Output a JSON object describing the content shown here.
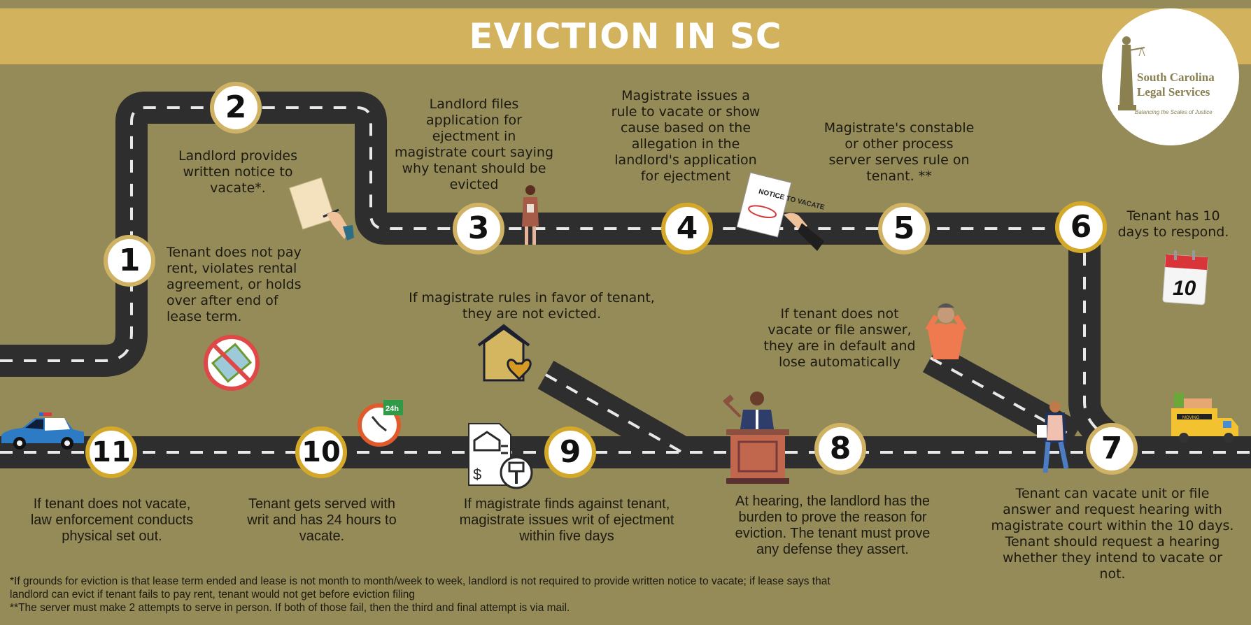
{
  "header": {
    "title": "EVICTION IN SC",
    "banner_color": "#d2b25c",
    "background_color": "#958b59"
  },
  "logo": {
    "name_line1": "South Carolina",
    "name_line2": "Legal Services",
    "tagline": "Balancing the Scales of Justice",
    "icon": "lady-justice-icon"
  },
  "colors": {
    "road": "#2e2e2e",
    "road_dash": "#e8e8e8",
    "step_ring": "#d4a829",
    "step_fill": "#ffffff",
    "text": "#1c1a10"
  },
  "steps": [
    {
      "number": "1",
      "text": "Tenant does not pay rent, violates rental agreement, or holds over after end of lease term.",
      "lines": [
        "Tenant does not pay",
        "rent, violates rental",
        "agreement, or holds",
        "over after end of",
        "lease term."
      ],
      "icon": "no-money-icon"
    },
    {
      "number": "2",
      "text": "Landlord provides written notice to vacate*.",
      "lines": [
        "Landlord provides",
        "written notice to",
        "vacate*."
      ],
      "icon": "signing-document-icon"
    },
    {
      "number": "3",
      "text": "Landlord files application for ejectment in magistrate court saying why tenant should be evicted",
      "lines": [
        "Landlord files",
        "application for",
        "ejectment in",
        "magistrate court saying",
        "why tenant should be",
        "evicted"
      ],
      "icon": "woman-with-papers-icon"
    },
    {
      "number": "4",
      "text": "Magistrate issues a rule to vacate or show cause based on the allegation in the landlord's application for ejectment",
      "lines": [
        "Magistrate issues a",
        "rule to vacate or show",
        "cause based on the",
        "allegation in the",
        "landlord's application",
        "for ejectment"
      ],
      "icon": "notice-to-vacate-icon",
      "icon_label": "NOTICE TO VACATE"
    },
    {
      "number": "5",
      "text": "Magistrate's constable or other process server serves rule on tenant. **",
      "lines": [
        "Magistrate's constable",
        "or other process",
        "server serves rule on",
        "tenant. **"
      ]
    },
    {
      "number": "6",
      "text": "Tenant has 10 days to respond.",
      "lines": [
        "Tenant has 10",
        "days to respond."
      ],
      "icon": "calendar-10-icon",
      "icon_label": "10"
    },
    {
      "number": "7",
      "text": "Tenant can vacate unit or file answer and request hearing with magistrate court within the 10 days. Tenant should request a hearing whether they intend to vacate or not.",
      "lines": [
        "Tenant can vacate unit or file",
        "answer and request hearing with",
        "magistrate court within the 10 days.",
        "Tenant should request a hearing",
        "whether they intend to vacate or",
        "not."
      ],
      "icon": "moving-truck-icon",
      "icon_label": "MOVING"
    },
    {
      "number": "8",
      "text": "At hearing, the landlord has the burden to prove the reason for eviction. The tenant must prove any defense they assert.",
      "lines": [
        "At hearing, the landlord has the",
        "burden to prove the reason for",
        "eviction. The tenant must prove",
        "any defense they assert."
      ],
      "icon": "judge-at-bench-icon"
    },
    {
      "number": "9",
      "text": "If magistrate finds against tenant, magistrate issues writ of ejectment within five days",
      "lines": [
        "If magistrate finds against tenant,",
        "magistrate issues writ of ejectment",
        "within five days"
      ],
      "icon": "property-writ-gavel-icon"
    },
    {
      "number": "10",
      "text": "Tenant gets served with writ and has 24 hours to vacate.",
      "lines": [
        "Tenant gets served with",
        "writ and has 24 hours to",
        "vacate."
      ],
      "icon": "clock-24h-icon",
      "icon_label": "24h"
    },
    {
      "number": "11",
      "text": "If tenant does not vacate, law enforcement conducts physical set out.",
      "lines": [
        "If tenant does not vacate,",
        "law enforcement conducts",
        "physical set out."
      ],
      "icon": "police-car-icon"
    }
  ],
  "branches": {
    "default": {
      "text": "If tenant does not vacate or file answer, they are in default and lose automatically",
      "lines": [
        "If tenant does not",
        "vacate or file answer,",
        "they are in default and",
        "lose automatically"
      ],
      "icon": "distressed-man-icon"
    },
    "favor": {
      "text": "If magistrate rules in favor of tenant, they are not evicted.",
      "lines": [
        "If magistrate rules in favor of tenant,",
        "they are not evicted."
      ],
      "icon": "house-heart-icon"
    }
  },
  "footnotes": [
    "*If grounds for eviction is that lease term ended and lease is not month to month/week to week, landlord is not required to provide written notice to vacate; if lease says that",
    "landlord can evict if tenant fails to pay rent, tenant would not get before eviction filing",
    "**The server must make 2 attempts to serve in person. If both of those fail, then the third and final attempt is via mail."
  ]
}
